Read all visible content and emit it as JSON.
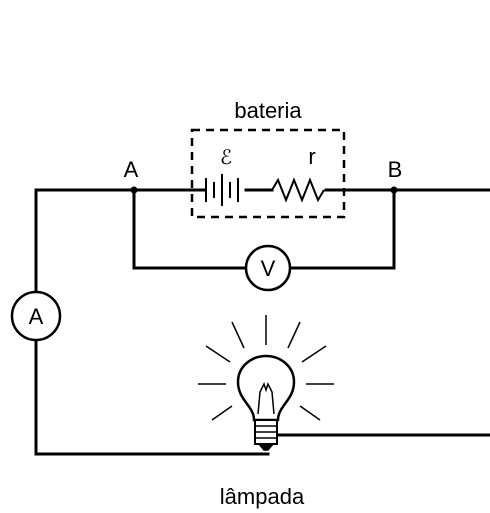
{
  "labels": {
    "battery": "bateria",
    "emf": "ℰ",
    "internal_resistance": "r",
    "node_a": "A",
    "node_b": "B",
    "voltmeter": "V",
    "ammeter": "A",
    "lamp": "lâmpada"
  }
}
